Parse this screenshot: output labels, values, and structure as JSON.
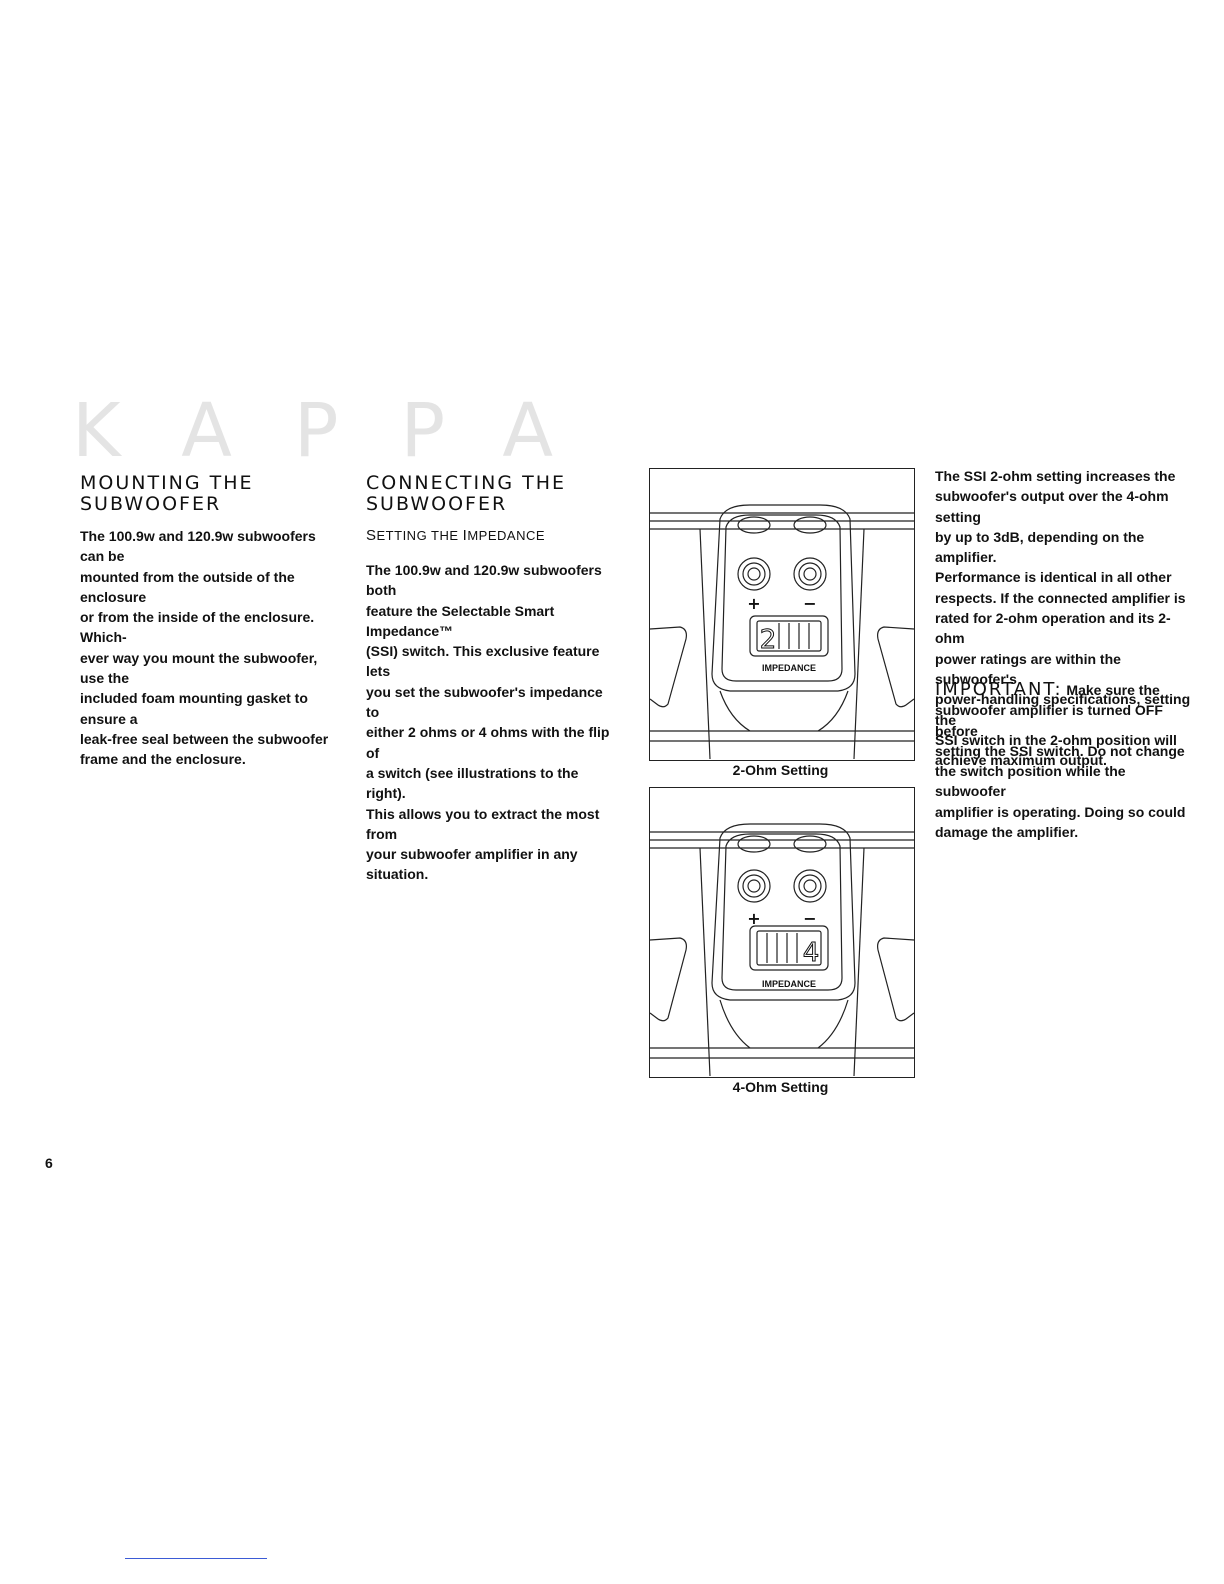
{
  "watermark": "KAPPA",
  "left_column": {
    "heading_line1": "MOUNTING THE",
    "heading_line2": "SUBWOOFER",
    "body": [
      "The 100.9w and 120.9w subwoofers can be",
      "mounted from the outside of the enclosure",
      "or from the inside of the enclosure. Which-",
      "ever way you mount the subwoofer, use the",
      "included foam mounting gasket to ensure a",
      "leak-free seal between the subwoofer",
      "frame and the enclosure."
    ]
  },
  "middle_column": {
    "heading_line1": "CONNECTING THE",
    "heading_line2": "SUBWOOFER",
    "subhead_s": "S",
    "subhead_etting": "ETTING THE ",
    "subhead_i": "I",
    "subhead_mpedance": "MPEDANCE",
    "body": [
      "The 100.9w and 120.9w subwoofers both",
      "feature the Selectable Smart Impedance™",
      "(SSI) switch. This exclusive feature lets",
      "you set the subwoofer's impedance to",
      "either 2 ohms or 4 ohms with the flip of",
      "a switch (see illustrations to the right).",
      "This allows you to extract the most from",
      "your subwoofer amplifier in any situation."
    ]
  },
  "figures": {
    "fig1_caption": "2-Ohm Setting",
    "fig2_caption": "4-Ohm Setting",
    "plus": "+",
    "minus": "−",
    "impedance_label": "IMPEDANCE",
    "fig1_digit": "2",
    "fig2_digit": "4"
  },
  "right_column": {
    "body": [
      "The SSI 2-ohm setting increases the",
      "subwoofer's output over the 4-ohm setting",
      "by up to 3dB, depending on the amplifier.",
      "Performance is identical in all other",
      "respects. If the connected amplifier is",
      "rated for 2-ohm operation and its 2-ohm",
      "power ratings are within the subwoofer's",
      "power-handling specifications, setting the",
      "SSI switch in the 2-ohm position will",
      "achieve maximum output."
    ],
    "important_label": "IMPORTANT:",
    "important_first": " Make sure the",
    "important_rest": [
      "subwoofer amplifier is turned OFF before",
      "setting the SSI switch. Do not change",
      "the switch position while the subwoofer",
      "amplifier is operating. Doing so could",
      "damage the amplifier."
    ]
  },
  "page_number": "6"
}
